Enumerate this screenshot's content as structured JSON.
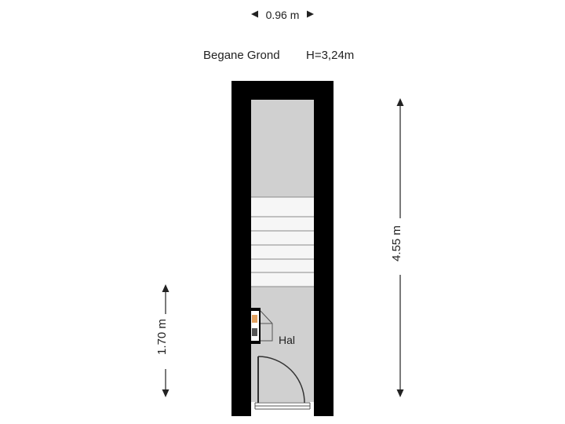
{
  "floor": {
    "name": "Begane Grond",
    "height": "H=3,24m"
  },
  "dimensions": {
    "width": "0.96 m",
    "length": "4.55 m",
    "partial": "1.70 m"
  },
  "rooms": [
    {
      "label": "Hal"
    }
  ],
  "colors": {
    "wall": "#000000",
    "floor": "#d0d0d0",
    "stairs": "#f6f6f6",
    "lines": "#555555"
  }
}
